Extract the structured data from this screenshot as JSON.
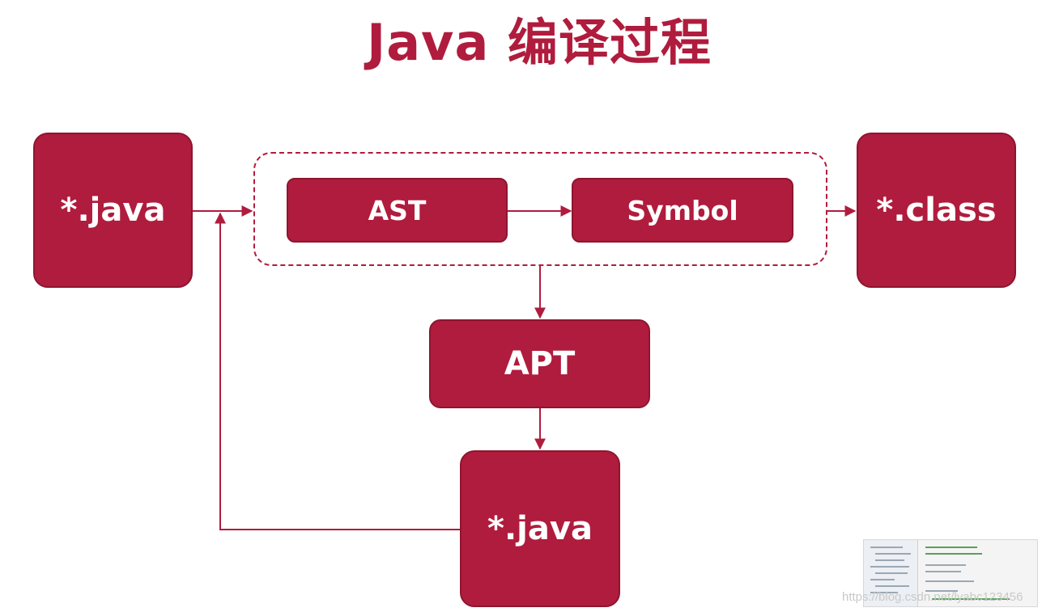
{
  "title": "Java 编译过程",
  "nodes": {
    "source_java": "*.java",
    "ast": "AST",
    "symbol": "Symbol",
    "output_class": "*.class",
    "apt": "APT",
    "generated_java": "*.java"
  },
  "edges": [
    {
      "from": "source_java",
      "to": "compile_group"
    },
    {
      "from": "ast",
      "to": "symbol"
    },
    {
      "from": "compile_group",
      "to": "output_class"
    },
    {
      "from": "compile_group",
      "to": "apt"
    },
    {
      "from": "apt",
      "to": "generated_java"
    },
    {
      "from": "generated_java",
      "to": "compile_group"
    }
  ],
  "watermark": "https://blog.csdn.net/lyabc123456",
  "colors": {
    "accent": "#b01c3d",
    "border": "#8e1530",
    "text_on_accent": "#ffffff"
  }
}
